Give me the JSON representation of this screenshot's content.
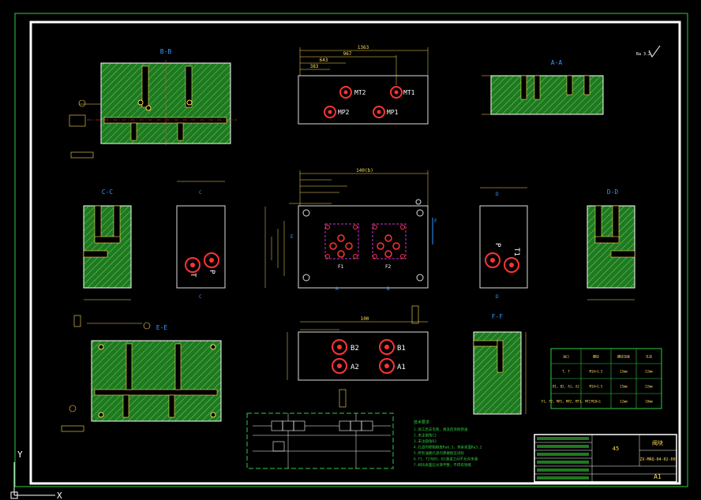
{
  "views": {
    "top_left_label": "B-B",
    "top_right_label": "A-A",
    "mid_left_label": "C-C",
    "mid_right_label": "D-D",
    "bottom_left_label": "E-E",
    "bottom_right_label": "F-F"
  },
  "ports": {
    "mt2": "MT2",
    "mt1": "MT1",
    "mp2": "MP2",
    "mp1": "MP1",
    "f1": "F1",
    "f2": "F2",
    "t_left": "T",
    "p_left": "P",
    "p_right": "P",
    "t_right": "T1",
    "b2": "B2",
    "b1": "B1",
    "a2": "A2",
    "a1": "A1"
  },
  "dims": {
    "top_width": "1363",
    "top_d1": "967",
    "top_d2": "643",
    "top_d3": "383",
    "mid_width": "140(b)",
    "bot_width": "100",
    "mid_c": "C",
    "mid_d": "D",
    "mid_e": "E",
    "mid_a": "A",
    "mid_b": "B",
    "mid_f": "F",
    "roughness": "Ra 3.2"
  },
  "table": {
    "headers": [
      "油口",
      "螺纹",
      "螺纹深度",
      "孔深"
    ],
    "rows": [
      [
        "T, T",
        "M14×1.5",
        "15mm",
        "22mm"
      ],
      [
        "B1, B2, A1, A2",
        "M14×1.5",
        "15mm",
        "22mm"
      ],
      [
        "F1, F2, MP1, MP2, MT1, MT2",
        "M10×1",
        "12mm",
        "18mm"
      ]
    ]
  },
  "notes": {
    "title": "技术要求",
    "lines": [
      "1.加工后去毛刺，清洗后涂防锈油",
      "2.未注倒角C2",
      "3.未注圆角R2",
      "4.孔道内壁粗糙度Ra6.3，其余表面Ra3.2",
      "5.所有油路孔道均需做耐压试验",
      "6.T1、T2与B1、B2通道之间不允许串通",
      "7.阀块表面应光滑平整，不得有划痕"
    ]
  },
  "titleblock": {
    "material": "45",
    "part_name": "阀块",
    "drawing_no": "ZX-MRQ-04-02-00",
    "sheet": "A1"
  },
  "axes": {
    "y": "Y",
    "x": "X"
  }
}
